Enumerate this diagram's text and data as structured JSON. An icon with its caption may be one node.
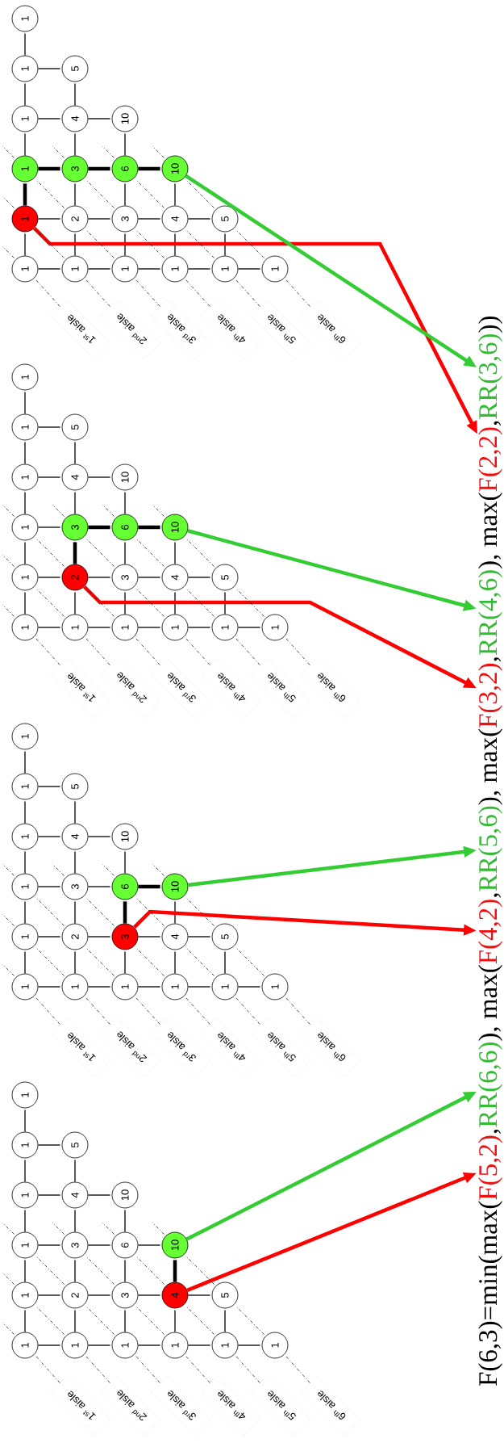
{
  "diagram": {
    "nodes": [
      {
        "text": [
          "1"
        ]
      },
      {
        "text": [
          "1"
        ]
      },
      {
        "text": [
          "1"
        ]
      },
      {
        "text": [
          "1"
        ]
      },
      {
        "text": [
          "1"
        ]
      },
      {
        "text": [
          "1"
        ]
      },
      {
        "text": [
          "1"
        ]
      },
      {
        "text": [
          "2"
        ]
      },
      {
        "text": [
          "3"
        ]
      },
      {
        "text": [
          "4"
        ]
      },
      {
        "text": [
          "5"
        ]
      },
      {
        "text": [
          "1"
        ]
      },
      {
        "text": [
          "3"
        ]
      },
      {
        "text": [
          "6"
        ]
      },
      {
        "text": [
          "10"
        ]
      },
      {
        "text": [
          "1"
        ]
      },
      {
        "text": [
          "4"
        ]
      },
      {
        "text": [
          "10"
        ]
      },
      {
        "text": [
          "1"
        ]
      },
      {
        "text": [
          "5"
        ]
      },
      {
        "text": [
          "1"
        ]
      },
      {
        "text": [
          "1$^{st}$ aisle"
        ]
      },
      {
        "text": [
          "2$^{nd}$ aisle"
        ]
      },
      {
        "text": [
          "3$^{rd}$ aisle"
        ]
      },
      {
        "text": [
          "4$^{th}$ aisle"
        ]
      },
      {
        "text": [
          "5$^{th}$ aisle"
        ]
      },
      {
        "text": [
          "6$^{th}$ aisle"
        ]
      },
      {
        "text": [
          "1"
        ]
      },
      {
        "text": [
          "1"
        ]
      },
      {
        "text": [
          "1"
        ]
      },
      {
        "text": [
          "1"
        ]
      },
      {
        "text": [
          "1"
        ]
      },
      {
        "text": [
          "1"
        ]
      },
      {
        "text": [
          "1"
        ]
      },
      {
        "text": [
          "2"
        ]
      },
      {
        "text": [
          "3"
        ]
      },
      {
        "text": [
          "4"
        ]
      },
      {
        "text": [
          "5"
        ]
      },
      {
        "text": [
          "1"
        ]
      },
      {
        "text": [
          "3"
        ]
      },
      {
        "text": [
          "6"
        ]
      },
      {
        "text": [
          "10"
        ]
      },
      {
        "text": [
          "1"
        ]
      },
      {
        "text": [
          "4"
        ]
      },
      {
        "text": [
          "10"
        ]
      },
      {
        "text": [
          "1"
        ]
      },
      {
        "text": [
          "5"
        ]
      },
      {
        "text": [
          "1"
        ]
      },
      {
        "text": [
          "1$^{st}$ aisle"
        ]
      },
      {
        "text": [
          "2$^{nd}$ aisle"
        ]
      },
      {
        "text": [
          "3$^{rd}$ aisle"
        ]
      },
      {
        "text": [
          "4$^{th}$ aisle"
        ]
      },
      {
        "text": [
          "5$^{th}$ aisle"
        ]
      },
      {
        "text": [
          "6$^{th}$ aisle"
        ]
      },
      {
        "text": [
          "1"
        ]
      },
      {
        "text": [
          "1"
        ]
      },
      {
        "text": [
          "1"
        ]
      },
      {
        "text": [
          "1"
        ]
      },
      {
        "text": [
          "1"
        ]
      },
      {
        "text": [
          "1"
        ]
      },
      {
        "text": [
          "1"
        ]
      },
      {
        "text": [
          "2"
        ]
      },
      {
        "text": [
          "3"
        ]
      },
      {
        "text": [
          "4"
        ]
      },
      {
        "text": [
          "5"
        ]
      },
      {
        "text": [
          "1"
        ]
      },
      {
        "text": [
          "3"
        ]
      },
      {
        "text": [
          "6"
        ]
      },
      {
        "text": [
          "10"
        ]
      },
      {
        "text": [
          "1"
        ]
      },
      {
        "text": [
          "4"
        ]
      },
      {
        "text": [
          "10"
        ]
      },
      {
        "text": [
          "1"
        ]
      },
      {
        "text": [
          "5"
        ]
      },
      {
        "text": [
          "1"
        ]
      },
      {
        "text": [
          "1$^{st}$ aisle"
        ]
      },
      {
        "text": [
          "2$^{nd}$ aisle"
        ]
      },
      {
        "text": [
          "3$^{rd}$ aisle"
        ]
      },
      {
        "text": [
          "4$^{th}$ aisle"
        ]
      },
      {
        "text": [
          "5$^{th}$ aisle"
        ]
      },
      {
        "text": [
          "6$^{th}$ aisle"
        ]
      },
      {
        "text": [
          "1"
        ]
      },
      {
        "text": [
          "1"
        ]
      },
      {
        "text": [
          "1"
        ]
      },
      {
        "text": [
          "1"
        ]
      },
      {
        "text": [
          "1"
        ]
      },
      {
        "text": [
          "1"
        ]
      },
      {
        "text": [
          "1"
        ]
      },
      {
        "text": [
          "2"
        ]
      },
      {
        "text": [
          "3"
        ]
      },
      {
        "text": [
          "4"
        ]
      },
      {
        "text": [
          "5"
        ]
      },
      {
        "text": [
          "1"
        ]
      },
      {
        "text": [
          "3"
        ]
      },
      {
        "text": [
          "6"
        ]
      },
      {
        "text": [
          "10"
        ]
      },
      {
        "text": [
          "1"
        ]
      },
      {
        "text": [
          "4"
        ]
      },
      {
        "text": [
          "10"
        ]
      },
      {
        "text": [
          "1"
        ]
      },
      {
        "text": [
          "5"
        ]
      },
      {
        "text": [
          "1"
        ]
      },
      {
        "text": [
          "1$^{st}$ aisle"
        ]
      },
      {
        "text": [
          "2$^{nd}$ aisle"
        ]
      },
      {
        "text": [
          "3$^{rd}$ aisle"
        ]
      },
      {
        "text": [
          "4$^{th}$ aisle"
        ]
      },
      {
        "text": [
          "5$^{th}$ aisle"
        ]
      },
      {
        "text": [
          "6$^{th}$ aisle"
        ]
      },
      {
        "text": [
          "F(5,2)"
        ]
      },
      {
        "text": [
          "RR(6,6)"
        ]
      },
      {
        "text": [
          "F(4,2)"
        ]
      },
      {
        "text": [
          "RR(5,6)"
        ]
      },
      {
        "text": [
          "F(3,2)"
        ]
      },
      {
        "text": [
          "RR(4,6)"
        ]
      },
      {
        "text": [
          "F(2,2)"
        ]
      },
      {
        "text": [
          "RR(3,6)"
        ]
      }
    ],
    "edges": [
      {
        "from": 0,
        "to": 1,
        "arrow": "none"
      },
      {
        "from": 1,
        "to": 2,
        "arrow": "none"
      },
      {
        "from": 2,
        "to": 3,
        "arrow": "none"
      },
      {
        "from": 3,
        "to": 4,
        "arrow": "none"
      },
      {
        "from": 4,
        "to": 5,
        "arrow": "none"
      },
      {
        "from": 6,
        "to": 7,
        "arrow": "none"
      },
      {
        "from": 7,
        "to": 8,
        "arrow": "none"
      },
      {
        "from": 8,
        "to": 9,
        "arrow": "none"
      },
      {
        "from": 9,
        "to": 10,
        "arrow": "none"
      },
      {
        "from": 11,
        "to": 12,
        "arrow": "none"
      },
      {
        "from": 12,
        "to": 13,
        "arrow": "none"
      },
      {
        "from": 13,
        "to": 14,
        "arrow": "none"
      },
      {
        "from": 15,
        "to": 16,
        "arrow": "none"
      },
      {
        "from": 16,
        "to": 17,
        "arrow": "none",
        "style": "thick"
      },
      {
        "from": 18,
        "to": 19,
        "arrow": "none"
      },
      {
        "from": 0,
        "to": 6,
        "arrow": "none"
      },
      {
        "from": 1,
        "to": 7,
        "arrow": "none"
      },
      {
        "from": 2,
        "to": 8,
        "arrow": "none"
      },
      {
        "from": 3,
        "to": 9,
        "arrow": "none"
      },
      {
        "from": 4,
        "to": 10,
        "arrow": "none"
      },
      {
        "from": 6,
        "to": 11,
        "arrow": "none"
      },
      {
        "from": 7,
        "to": 12,
        "arrow": "none"
      },
      {
        "from": 8,
        "to": 13,
        "arrow": "none"
      },
      {
        "from": 9,
        "to": 14,
        "arrow": "none"
      },
      {
        "from": 11,
        "to": 15,
        "arrow": "none"
      },
      {
        "from": 12,
        "to": 16,
        "arrow": "none"
      },
      {
        "from": 13,
        "to": 17,
        "arrow": "none"
      },
      {
        "from": 15,
        "to": 18,
        "arrow": "none"
      },
      {
        "from": 16,
        "to": 19,
        "arrow": "none"
      },
      {
        "from": 18,
        "to": 20,
        "arrow": "none"
      },
      {
        "from": 27,
        "to": 28,
        "arrow": "none"
      },
      {
        "from": 28,
        "to": 29,
        "arrow": "none"
      },
      {
        "from": 29,
        "to": 30,
        "arrow": "none"
      },
      {
        "from": 30,
        "to": 31,
        "arrow": "none"
      },
      {
        "from": 31,
        "to": 32,
        "arrow": "none"
      },
      {
        "from": 33,
        "to": 34,
        "arrow": "none"
      },
      {
        "from": 34,
        "to": 35,
        "arrow": "none"
      },
      {
        "from": 35,
        "to": 36,
        "arrow": "none"
      },
      {
        "from": 36,
        "to": 37,
        "arrow": "none"
      },
      {
        "from": 38,
        "to": 39,
        "arrow": "none"
      },
      {
        "from": 39,
        "to": 40,
        "arrow": "none",
        "style": "thick"
      },
      {
        "from": 40,
        "to": 41,
        "arrow": "none"
      },
      {
        "from": 42,
        "to": 43,
        "arrow": "none"
      },
      {
        "from": 43,
        "to": 44,
        "arrow": "none"
      },
      {
        "from": 45,
        "to": 46,
        "arrow": "none"
      },
      {
        "from": 27,
        "to": 33,
        "arrow": "none"
      },
      {
        "from": 28,
        "to": 34,
        "arrow": "none"
      },
      {
        "from": 29,
        "to": 35,
        "arrow": "none"
      },
      {
        "from": 30,
        "to": 36,
        "arrow": "none"
      },
      {
        "from": 31,
        "to": 37,
        "arrow": "none"
      },
      {
        "from": 33,
        "to": 38,
        "arrow": "none"
      },
      {
        "from": 34,
        "to": 39,
        "arrow": "none"
      },
      {
        "from": 35,
        "to": 40,
        "arrow": "none"
      },
      {
        "from": 36,
        "to": 41,
        "arrow": "none"
      },
      {
        "from": 38,
        "to": 42,
        "arrow": "none"
      },
      {
        "from": 39,
        "to": 43,
        "arrow": "none"
      },
      {
        "from": 40,
        "to": 44,
        "arrow": "none",
        "style": "thick"
      },
      {
        "from": 42,
        "to": 45,
        "arrow": "none"
      },
      {
        "from": 43,
        "to": 46,
        "arrow": "none"
      },
      {
        "from": 45,
        "to": 47,
        "arrow": "none"
      },
      {
        "from": 54,
        "to": 55,
        "arrow": "none"
      },
      {
        "from": 55,
        "to": 56,
        "arrow": "none"
      },
      {
        "from": 56,
        "to": 57,
        "arrow": "none"
      },
      {
        "from": 57,
        "to": 58,
        "arrow": "none"
      },
      {
        "from": 58,
        "to": 59,
        "arrow": "none"
      },
      {
        "from": 60,
        "to": 61,
        "arrow": "none"
      },
      {
        "from": 61,
        "to": 62,
        "arrow": "none",
        "style": "thick"
      },
      {
        "from": 62,
        "to": 63,
        "arrow": "none"
      },
      {
        "from": 63,
        "to": 64,
        "arrow": "none"
      },
      {
        "from": 65,
        "to": 66,
        "arrow": "none"
      },
      {
        "from": 66,
        "to": 67,
        "arrow": "none"
      },
      {
        "from": 67,
        "to": 68,
        "arrow": "none"
      },
      {
        "from": 69,
        "to": 70,
        "arrow": "none"
      },
      {
        "from": 70,
        "to": 71,
        "arrow": "none"
      },
      {
        "from": 72,
        "to": 73,
        "arrow": "none"
      },
      {
        "from": 54,
        "to": 60,
        "arrow": "none"
      },
      {
        "from": 55,
        "to": 61,
        "arrow": "none"
      },
      {
        "from": 56,
        "to": 62,
        "arrow": "none"
      },
      {
        "from": 57,
        "to": 63,
        "arrow": "none"
      },
      {
        "from": 58,
        "to": 64,
        "arrow": "none"
      },
      {
        "from": 60,
        "to": 65,
        "arrow": "none"
      },
      {
        "from": 61,
        "to": 66,
        "arrow": "none"
      },
      {
        "from": 62,
        "to": 67,
        "arrow": "none",
        "style": "thick"
      },
      {
        "from": 63,
        "to": 68,
        "arrow": "none"
      },
      {
        "from": 65,
        "to": 69,
        "arrow": "none"
      },
      {
        "from": 66,
        "to": 70,
        "arrow": "none"
      },
      {
        "from": 67,
        "to": 71,
        "arrow": "none",
        "style": "thick"
      },
      {
        "from": 69,
        "to": 72,
        "arrow": "none"
      },
      {
        "from": 70,
        "to": 73,
        "arrow": "none"
      },
      {
        "from": 72,
        "to": 74,
        "arrow": "none"
      },
      {
        "from": 81,
        "to": 82,
        "arrow": "none"
      },
      {
        "from": 82,
        "to": 83,
        "arrow": "none",
        "style": "thick"
      },
      {
        "from": 83,
        "to": 84,
        "arrow": "none"
      },
      {
        "from": 84,
        "to": 85,
        "arrow": "none"
      },
      {
        "from": 85,
        "to": 86,
        "arrow": "none"
      },
      {
        "from": 87,
        "to": 88,
        "arrow": "none"
      },
      {
        "from": 88,
        "to": 89,
        "arrow": "none"
      },
      {
        "from": 89,
        "to": 90,
        "arrow": "none"
      },
      {
        "from": 90,
        "to": 91,
        "arrow": "none"
      },
      {
        "from": 92,
        "to": 93,
        "arrow": "none"
      },
      {
        "from": 93,
        "to": 94,
        "arrow": "none"
      },
      {
        "from": 94,
        "to": 95,
        "arrow": "none"
      },
      {
        "from": 96,
        "to": 97,
        "arrow": "none"
      },
      {
        "from": 97,
        "to": 98,
        "arrow": "none"
      },
      {
        "from": 99,
        "to": 100,
        "arrow": "none"
      },
      {
        "from": 81,
        "to": 87,
        "arrow": "none"
      },
      {
        "from": 82,
        "to": 88,
        "arrow": "none"
      },
      {
        "from": 83,
        "to": 89,
        "arrow": "none",
        "style": "thick"
      },
      {
        "from": 84,
        "to": 90,
        "arrow": "none"
      },
      {
        "from": 85,
        "to": 91,
        "arrow": "none"
      },
      {
        "from": 87,
        "to": 92,
        "arrow": "none"
      },
      {
        "from": 88,
        "to": 93,
        "arrow": "none"
      },
      {
        "from": 89,
        "to": 94,
        "arrow": "none",
        "style": "thick"
      },
      {
        "from": 90,
        "to": 95,
        "arrow": "none"
      },
      {
        "from": 92,
        "to": 96,
        "arrow": "none"
      },
      {
        "from": 93,
        "to": 97,
        "arrow": "none"
      },
      {
        "from": 94,
        "to": 98,
        "arrow": "none",
        "style": "thick"
      },
      {
        "from": 96,
        "to": 99,
        "arrow": "none"
      },
      {
        "from": 97,
        "to": 100,
        "arrow": "none"
      },
      {
        "from": 99,
        "to": 101,
        "arrow": "none"
      },
      {
        "from": 16,
        "to": 108,
        "arrow": "to",
        "style": "thick",
        "color": "#ff0000"
      },
      {
        "from": 17,
        "to": 109,
        "arrow": "to",
        "style": "thick",
        "color": "#33cc33"
      },
      {
        "from": 39,
        "to": 110,
        "arrow": "to",
        "style": "thick",
        "color": "#ff0000"
      },
      {
        "from": 44,
        "to": 111,
        "arrow": "to",
        "style": "thick",
        "color": "#33cc33"
      },
      {
        "from": 61,
        "to": 112,
        "arrow": "to",
        "style": "thick",
        "color": "#ff0000"
      },
      {
        "from": 71,
        "to": 113,
        "arrow": "to",
        "style": "thick",
        "color": "#33cc33"
      },
      {
        "from": 82,
        "to": 114,
        "arrow": "to",
        "style": "thick",
        "color": "#ff0000"
      },
      {
        "from": 98,
        "to": 115,
        "arrow": "to",
        "style": "thick",
        "color": "#33cc33"
      },
      {
        "from": 21,
        "to": null,
        "arrow": "none",
        "style": "dashed"
      },
      {
        "from": 22,
        "to": null,
        "arrow": "none",
        "style": "dashed"
      },
      {
        "from": 23,
        "to": null,
        "arrow": "none",
        "style": "dashed"
      },
      {
        "from": 24,
        "to": null,
        "arrow": "none",
        "style": "dashed"
      },
      {
        "from": 25,
        "to": null,
        "arrow": "none",
        "style": "dashed"
      },
      {
        "from": 26,
        "to": null,
        "arrow": "none",
        "style": "dashed"
      },
      {
        "from": 48,
        "to": null,
        "arrow": "none",
        "style": "dashed"
      },
      {
        "from": 49,
        "to": null,
        "arrow": "none",
        "style": "dashed"
      },
      {
        "from": 50,
        "to": null,
        "arrow": "none",
        "style": "dashed"
      },
      {
        "from": 51,
        "to": null,
        "arrow": "none",
        "style": "dashed"
      },
      {
        "from": 52,
        "to": null,
        "arrow": "none",
        "style": "dashed"
      },
      {
        "from": 53,
        "to": null,
        "arrow": "none",
        "style": "dashed"
      },
      {
        "from": 75,
        "to": null,
        "arrow": "none",
        "style": "dashed"
      },
      {
        "from": 76,
        "to": null,
        "arrow": "none",
        "style": "dashed"
      },
      {
        "from": 77,
        "to": null,
        "arrow": "none",
        "style": "dashed"
      },
      {
        "from": 78,
        "to": null,
        "arrow": "none",
        "style": "dashed"
      },
      {
        "from": 79,
        "to": null,
        "arrow": "none",
        "style": "dashed"
      },
      {
        "from": 80,
        "to": null,
        "arrow": "none",
        "style": "dashed"
      },
      {
        "from": 102,
        "to": null,
        "arrow": "none",
        "style": "dashed"
      },
      {
        "from": 103,
        "to": null,
        "arrow": "none",
        "style": "dashed"
      },
      {
        "from": 104,
        "to": null,
        "arrow": "none",
        "style": "dashed"
      },
      {
        "from": 105,
        "to": null,
        "arrow": "none",
        "style": "dashed"
      },
      {
        "from": 106,
        "to": null,
        "arrow": "none",
        "style": "dashed"
      },
      {
        "from": 107,
        "to": null,
        "arrow": "none",
        "style": "dashed"
      }
    ],
    "labels": [
      "F(6,3)=min(max(",
      ",",
      "), max(",
      ",",
      "), max(",
      ",",
      "), max(",
      ",",
      "))"
    ]
  }
}
